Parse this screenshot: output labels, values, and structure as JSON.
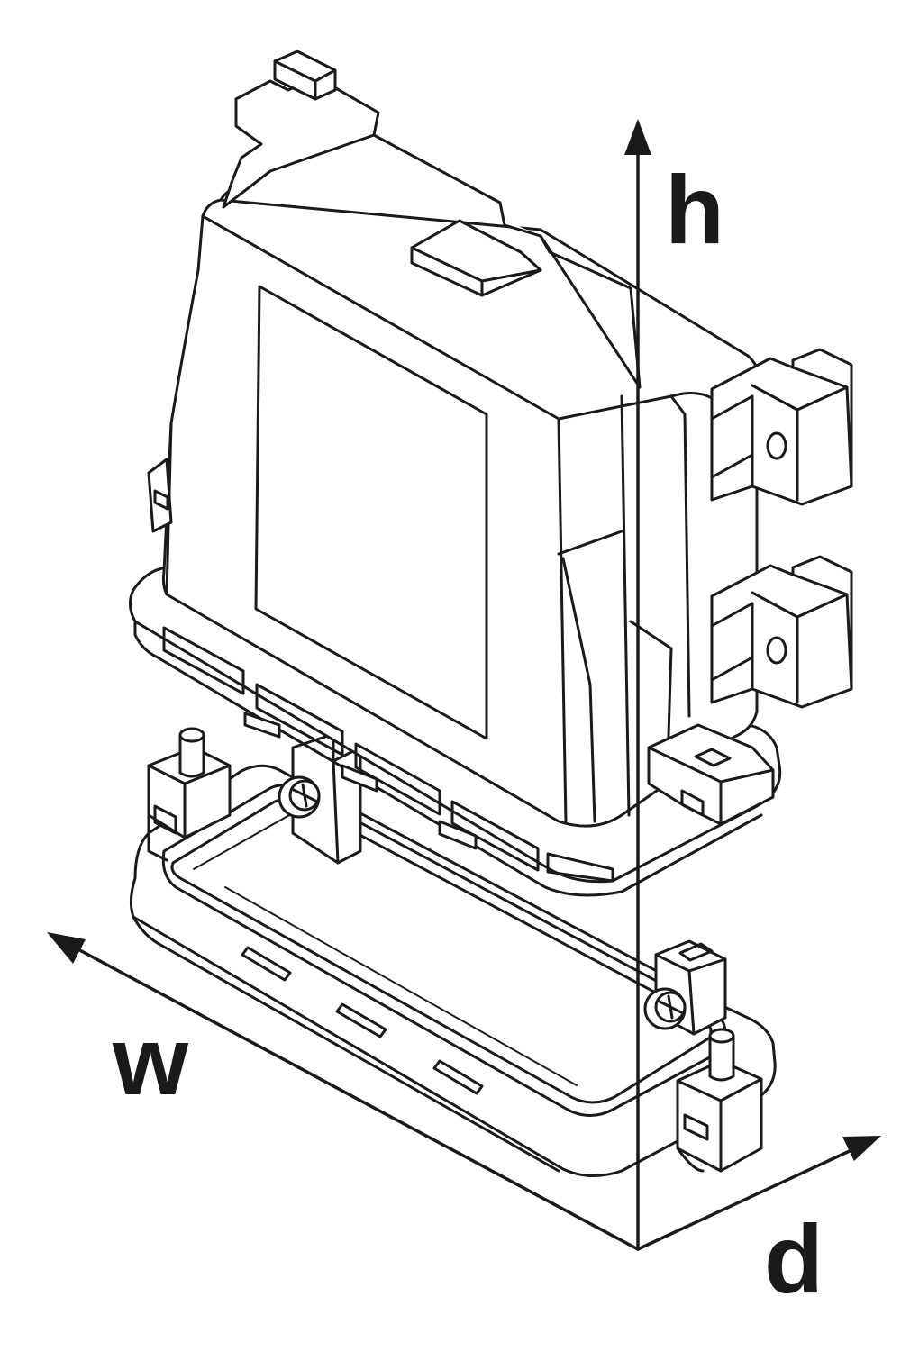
{
  "diagram": {
    "dimension_labels": {
      "height": "h",
      "width": "w",
      "depth": "d"
    }
  }
}
